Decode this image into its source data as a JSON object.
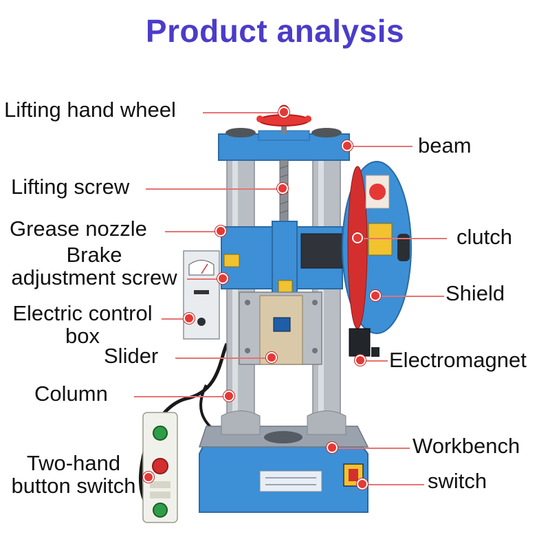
{
  "title": "Product analysis",
  "colors": {
    "title": "#4b3cc9",
    "callout": "#e53935",
    "machine_blue": "#3d8fd6",
    "column_steel": "#b9bec4"
  },
  "labels": {
    "lifting_hand_wheel": "Lifting hand wheel",
    "beam": "beam",
    "lifting_screw": "Lifting screw",
    "grease_nozzle": "Grease nozzle",
    "clutch": "clutch",
    "brake_adjustment_screw_l1": "Brake",
    "brake_adjustment_screw_l2": "adjustment screw",
    "shield": "Shield",
    "electric_control_box_l1": "Electric control",
    "electric_control_box_l2": "box",
    "slider": "Slider",
    "electromagnet": "Electromagnet",
    "column": "Column",
    "workbench": "Workbench",
    "two_hand_button_switch_l1": "Two-hand",
    "two_hand_button_switch_l2": "button switch",
    "switch": "switch"
  }
}
